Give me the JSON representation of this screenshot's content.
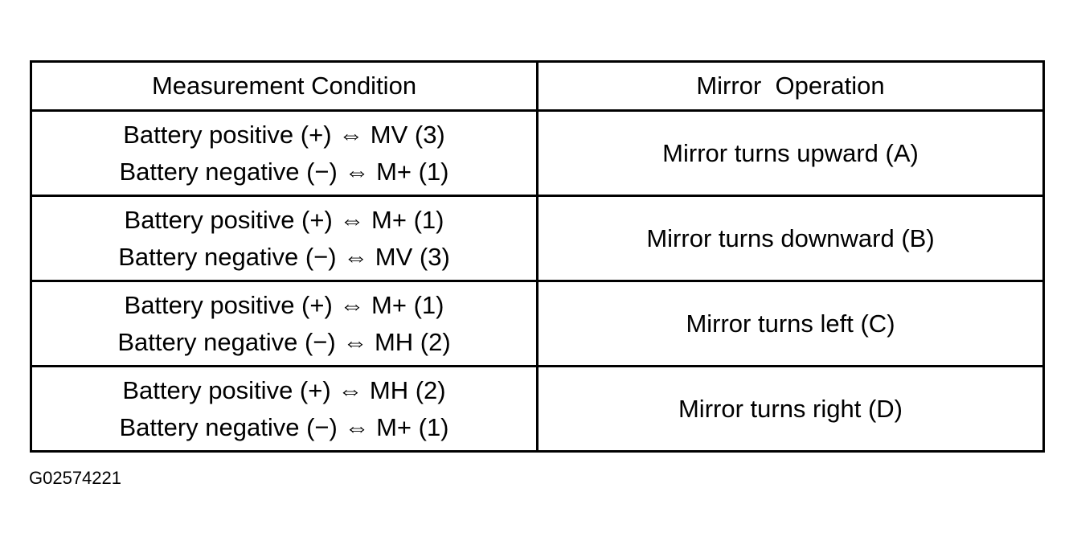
{
  "table": {
    "headers": [
      "Measurement Condition",
      "Mirror  Operation"
    ],
    "rows": [
      {
        "condition": [
          "Battery positive (+) ⇔ MV (3)",
          "Battery negative (−) ⇔ M+ (1)"
        ],
        "operation": "Mirror turns upward (A)"
      },
      {
        "condition": [
          "Battery positive (+) ⇔ M+ (1)",
          "Battery negative (−) ⇔ MV (3)"
        ],
        "operation": "Mirror turns downward (B)"
      },
      {
        "condition": [
          "Battery positive (+) ⇔ M+ (1)",
          "Battery negative (−) ⇔ MH (2)"
        ],
        "operation": "Mirror turns left (C)"
      },
      {
        "condition": [
          "Battery positive (+) ⇔ MH (2)",
          "Battery negative (−) ⇔ M+ (1)"
        ],
        "operation": "Mirror turns right (D)"
      }
    ]
  },
  "footer": {
    "code": "G02574221"
  }
}
